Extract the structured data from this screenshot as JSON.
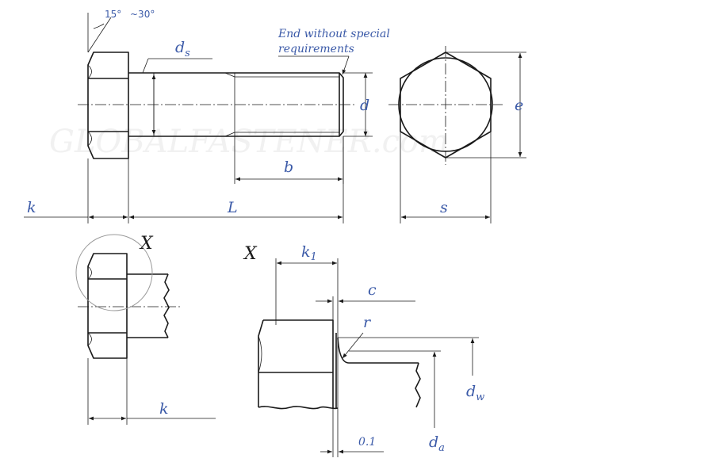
{
  "watermark": "GLOBALFASTENER.com",
  "labels": {
    "angle_15": "15°",
    "angle_30": "~30°",
    "ds": "d",
    "ds_sub": "s",
    "note_line1": "End without special",
    "note_line2": "requirements",
    "d": "d",
    "e": "e",
    "b": "b",
    "k_main": "k",
    "L": "L",
    "s": "s",
    "X_detail_ref": "X",
    "X_detail": "X",
    "k1": "k",
    "k1_sub": "1",
    "c": "c",
    "r": "r",
    "dw": "d",
    "dw_sub": "w",
    "da": "d",
    "da_sub": "a",
    "tol": "0.1",
    "k_small": "k"
  },
  "colors": {
    "line": "#1a1a1a",
    "label": "#3b5aa8",
    "circle": "#999999"
  }
}
